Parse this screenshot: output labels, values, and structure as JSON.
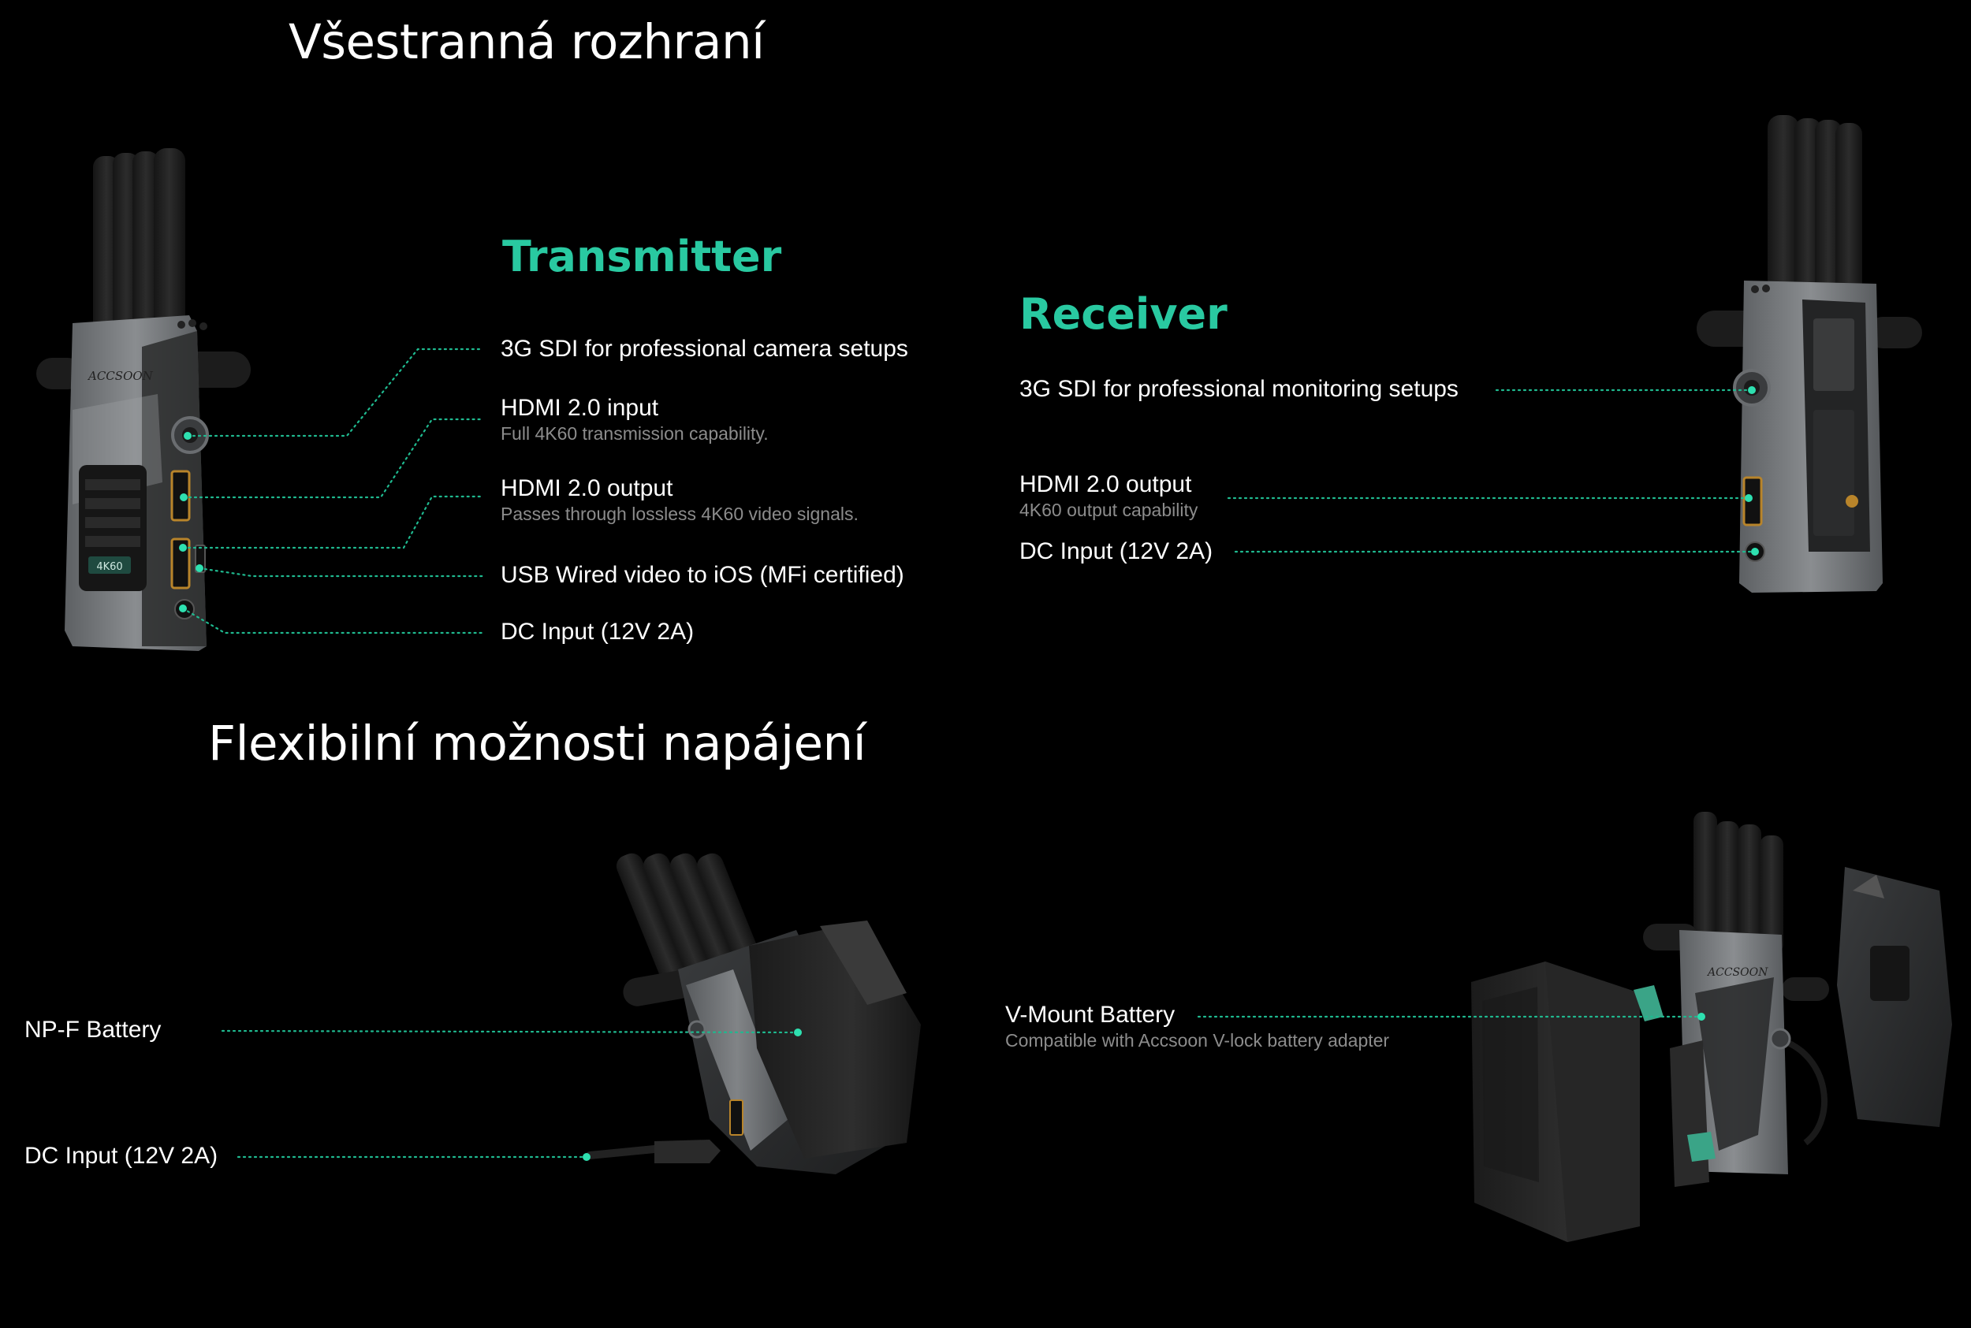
{
  "headings": {
    "interfaces": "Všestranná rozhraní",
    "power": "Flexibilní možnosti napájení"
  },
  "transmitter": {
    "title": "Transmitter",
    "device_brand": "ACCSOON",
    "device_badge": "4K60",
    "ports": [
      {
        "label": "3G SDI for professional camera setups",
        "sub": ""
      },
      {
        "label": "HDMI 2.0 input",
        "sub": "Full 4K60 transmission capability."
      },
      {
        "label": "HDMI 2.0 output",
        "sub": "Passes through lossless 4K60 video signals."
      },
      {
        "label": "USB Wired video to iOS (MFi certified)",
        "sub": ""
      },
      {
        "label": "DC Input (12V 2A)",
        "sub": ""
      }
    ]
  },
  "receiver": {
    "title": "Receiver",
    "ports": [
      {
        "label": "3G SDI for professional monitoring setups",
        "sub": ""
      },
      {
        "label": "HDMI 2.0 output",
        "sub": "4K60 output capability"
      },
      {
        "label": "DC Input (12V 2A)",
        "sub": ""
      }
    ]
  },
  "power": {
    "npf": {
      "label": "NP-F Battery"
    },
    "dc": {
      "label": "DC Input (12V 2A)"
    },
    "vmount": {
      "label": "V-Mount Battery",
      "sub": "Compatible with Accsoon V-lock battery adapter"
    },
    "vmount_brand": "ACCSOON"
  },
  "colors": {
    "background": "#000000",
    "accent": "#29c9a1",
    "leader": "#1fb98f",
    "muted_text": "#8c8c8c"
  }
}
